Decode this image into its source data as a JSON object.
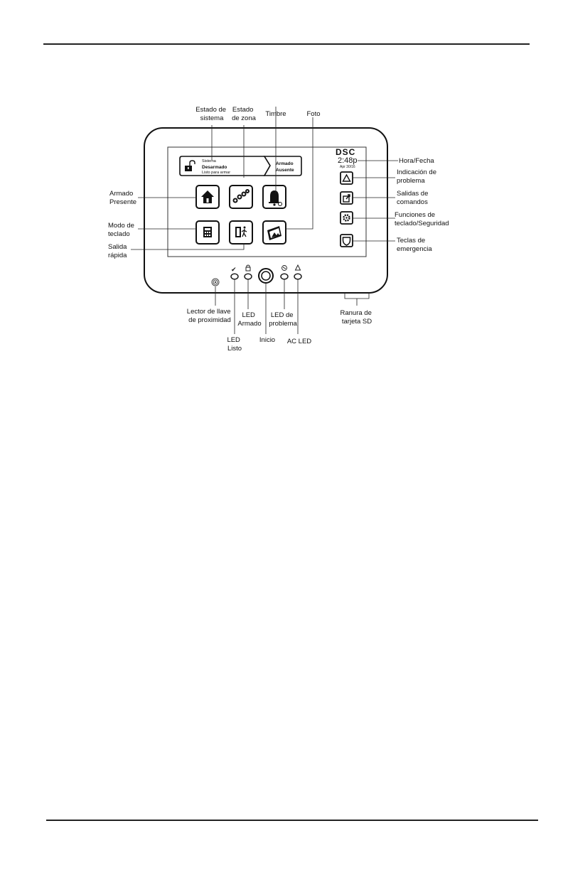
{
  "screen": {
    "brand": "DSC",
    "time": "2:48p",
    "date": "Apr 30/16",
    "status_line1": "Sistema",
    "status_line2": "Desarmado",
    "status_line3": "Listo para armar",
    "away_line1": "Armado",
    "away_line2": "Ausente"
  },
  "labels": {
    "estado_sistema": [
      "Estado de",
      "sistema"
    ],
    "estado_zona": [
      "Estado",
      "de zona"
    ],
    "timbre": "Timbre",
    "foto": "Foto",
    "hora_fecha": "Hora/Fecha",
    "indicacion_problema": [
      "Indicación de",
      "problema"
    ],
    "salidas_comandos": [
      "Salidas de",
      "comandos"
    ],
    "funciones_teclado": [
      "Funciones de",
      "teclado/Seguridad"
    ],
    "teclas_emergencia": [
      "Teclas de",
      "emergencia"
    ],
    "armado_presente": [
      "Armado",
      "Presente"
    ],
    "modo_teclado": [
      "Modo de",
      "teclado"
    ],
    "salida_rapida": [
      "Salida",
      "rápida"
    ],
    "lector_llave": [
      "Lector de llave",
      "de proximidad"
    ],
    "led_armado": [
      "LED",
      "Armado"
    ],
    "led_problema": [
      "LED de",
      "problema"
    ],
    "ranura_sd": [
      "Ranura de",
      "tarjeta SD"
    ],
    "led_listo": [
      "LED",
      "Listo"
    ],
    "inicio": "Inicio",
    "ac_led": "AC LED"
  },
  "icons": {
    "armado_presente": "home-icon",
    "estado_zona": "zones-icon",
    "timbre": "bell-icon",
    "modo_teclado": "keypad-icon",
    "salida_rapida": "quick-exit-icon",
    "foto": "photo-icon",
    "problema": "warning-icon",
    "salidas": "output-icon",
    "funciones": "gear-icon",
    "emergencia": "shield-icon",
    "lock": "padlock-open-icon",
    "prox": "proximity-icon"
  }
}
